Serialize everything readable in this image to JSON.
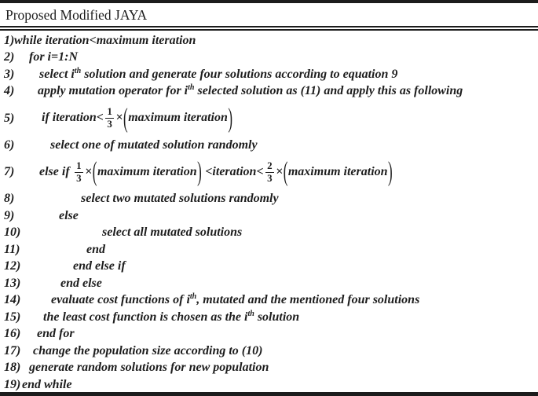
{
  "title": "Proposed Modified JAYA",
  "colors": {
    "text": "#1d1d1d",
    "rule": "#1c1c1c",
    "background": "#ffffff"
  },
  "lines": [
    {
      "num": "1)",
      "indent": 18,
      "tall": false,
      "segments": [
        {
          "t": "text",
          "v": "while iteration<maximum iteration"
        }
      ]
    },
    {
      "num": "2)",
      "indent": 37,
      "tall": false,
      "segments": [
        {
          "t": "text",
          "v": "for i=1:N"
        }
      ]
    },
    {
      "num": "3)",
      "indent": 50,
      "tall": false,
      "segments": [
        {
          "t": "text",
          "v": "select i"
        },
        {
          "t": "sup",
          "v": "th"
        },
        {
          "t": "text",
          "v": " solution and generate four solutions according to equation 9"
        }
      ]
    },
    {
      "num": "4)",
      "indent": 48,
      "tall": false,
      "segments": [
        {
          "t": "text",
          "v": "apply mutation operator for i"
        },
        {
          "t": "sup",
          "v": "th"
        },
        {
          "t": "text",
          "v": " selected solution as (11) and apply this as following"
        }
      ]
    },
    {
      "num": "5)",
      "indent": 53,
      "tall": true,
      "segments": [
        {
          "t": "text",
          "v": "if iteration<"
        },
        {
          "t": "frac",
          "n": "1",
          "d": "3"
        },
        {
          "t": "text",
          "v": "×"
        },
        {
          "t": "lp"
        },
        {
          "t": "text",
          "v": "maximum iteration"
        },
        {
          "t": "rp"
        }
      ]
    },
    {
      "num": "6)",
      "indent": 64,
      "tall": false,
      "segments": [
        {
          "t": "text",
          "v": "select one of mutated solution randomly"
        }
      ]
    },
    {
      "num": "7)",
      "indent": 50,
      "tall": true,
      "segments": [
        {
          "t": "text",
          "v": "else if "
        },
        {
          "t": "frac",
          "n": "1",
          "d": "3"
        },
        {
          "t": "text",
          "v": "×"
        },
        {
          "t": "lp"
        },
        {
          "t": "text",
          "v": "maximum iteration"
        },
        {
          "t": "rp"
        },
        {
          "t": "text",
          "v": " <iteration<"
        },
        {
          "t": "frac",
          "n": "2",
          "d": "3"
        },
        {
          "t": "text",
          "v": "×"
        },
        {
          "t": "lp"
        },
        {
          "t": "text",
          "v": "maximum iteration"
        },
        {
          "t": "rp"
        }
      ]
    },
    {
      "num": "8)",
      "indent": 103,
      "tall": false,
      "segments": [
        {
          "t": "text",
          "v": "select two mutated solutions randomly"
        }
      ]
    },
    {
      "num": "9)",
      "indent": 75,
      "tall": false,
      "segments": [
        {
          "t": "text",
          "v": "else"
        }
      ]
    },
    {
      "num": "10)",
      "indent": 130,
      "tall": false,
      "segments": [
        {
          "t": "text",
          "v": "select all mutated solutions"
        }
      ]
    },
    {
      "num": "11)",
      "indent": 110,
      "tall": false,
      "segments": [
        {
          "t": "text",
          "v": "end"
        }
      ]
    },
    {
      "num": "12)",
      "indent": 93,
      "tall": false,
      "segments": [
        {
          "t": "text",
          "v": "end else if"
        }
      ]
    },
    {
      "num": "13)",
      "indent": 77,
      "tall": false,
      "segments": [
        {
          "t": "text",
          "v": "end else"
        }
      ]
    },
    {
      "num": "14)",
      "indent": 65,
      "tall": false,
      "segments": [
        {
          "t": "text",
          "v": "evaluate cost functions of i"
        },
        {
          "t": "sup",
          "v": "th"
        },
        {
          "t": "text",
          "v": ", mutated and the mentioned four solutions"
        }
      ]
    },
    {
      "num": "15)",
      "indent": 55,
      "tall": false,
      "segments": [
        {
          "t": "text",
          "v": "the least cost function is chosen as the i"
        },
        {
          "t": "sup",
          "v": "th"
        },
        {
          "t": "text",
          "v": " solution"
        }
      ]
    },
    {
      "num": "16)",
      "indent": 47,
      "tall": false,
      "segments": [
        {
          "t": "text",
          "v": "end for"
        }
      ]
    },
    {
      "num": "17)",
      "indent": 42,
      "tall": false,
      "segments": [
        {
          "t": "text",
          "v": "change the population size according to (10)"
        }
      ]
    },
    {
      "num": "18)",
      "indent": 37,
      "tall": false,
      "segments": [
        {
          "t": "text",
          "v": "generate random solutions for new population"
        }
      ]
    },
    {
      "num": "19)",
      "indent": 28,
      "tall": false,
      "segments": [
        {
          "t": "text",
          "v": "end while"
        }
      ]
    }
  ]
}
